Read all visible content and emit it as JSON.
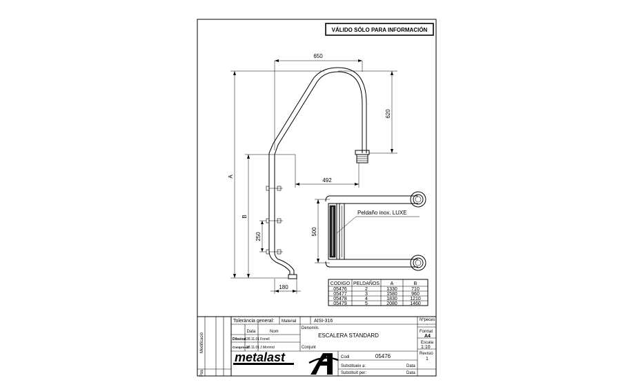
{
  "stamp": "VÁLIDO SÓLO PARA INFORMACIÓN",
  "dimensions": {
    "top_width": "650",
    "right_height": "620",
    "offset": "492",
    "total_height": "A",
    "lower_height": "B",
    "step_gap": "250",
    "base_width": "180",
    "step_width": "500"
  },
  "callout": "Peldaño inox. LUXE",
  "table": {
    "headers": [
      "CODIGO",
      "PELDAÑOS",
      "A",
      "B"
    ],
    "rows": [
      [
        "05476",
        "2",
        "1330",
        "710"
      ],
      [
        "05477",
        "3",
        "1580",
        "960"
      ],
      [
        "05478",
        "4",
        "1830",
        "1210"
      ],
      [
        "05479",
        "5",
        "2080",
        "1460"
      ]
    ]
  },
  "title_block": {
    "tolerance_label": "Tolerància general:",
    "material_label": "Material",
    "material_value": "AISI-316",
    "pieces_label": "Nºpeces",
    "pieces_value": "-",
    "denomination_label": "Denomin.",
    "denomination_value": "ESCALERA STANDARD",
    "format_label": "Format",
    "format_value": "A4",
    "date_col": "Data",
    "name_col": "Nom",
    "drawn_label": "Dibuixat",
    "drawn_date": "28.11.01",
    "drawn_name": "Fonell",
    "checked_label": "Comprovat",
    "checked_date": "28.11.01",
    "checked_name": "J.Monrod",
    "scale_label": "Escala",
    "scale_value": "1:10",
    "assembly_label": "Conjunt",
    "revision_label": "Revisió",
    "revision_value": "1",
    "code_label": "Codi",
    "code_value": "05476",
    "brand": "metalast",
    "substitutes_label": "Substitueix a:",
    "substituted_label": "Substituït per:",
    "data_label_1": "Data",
    "data_label_2": "Data",
    "modifications_label": "Modificació",
    "pos_label": "Pos"
  }
}
